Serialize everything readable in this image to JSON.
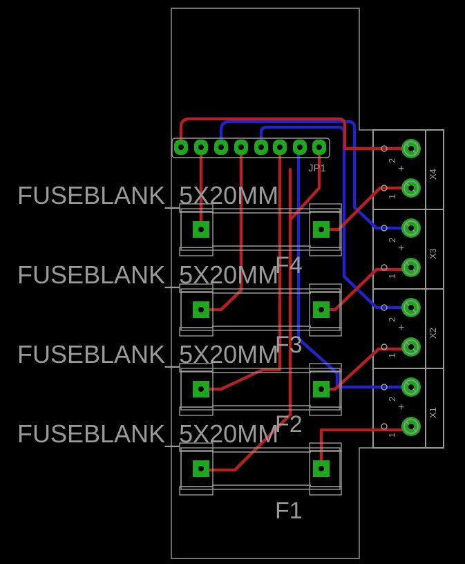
{
  "board": {
    "layers": {
      "top_color": "#b22222",
      "bottom_color": "#2323c8",
      "pad_color": "#1fa61f",
      "silk_color": "#9a9a9a",
      "background": "#000000"
    },
    "connector": {
      "name": "JP1"
    },
    "fuses": [
      {
        "name": "F1",
        "value": "FUSEBLANK_5X20MM"
      },
      {
        "name": "F2",
        "value": "FUSEBLANK_5X20MM"
      },
      {
        "name": "F3",
        "value": "FUSEBLANK_5X20MM"
      },
      {
        "name": "F4",
        "value": "FUSEBLANK_5X20MM"
      }
    ],
    "terminals": [
      {
        "name": "X4",
        "pin1": "1",
        "pin2": "2",
        "plus": "+"
      },
      {
        "name": "X3",
        "pin1": "1",
        "pin2": "2",
        "plus": "+"
      },
      {
        "name": "X2",
        "pin1": "1",
        "pin2": "2",
        "plus": "+"
      },
      {
        "name": "X1",
        "pin1": "1",
        "pin2": "2",
        "plus": "+"
      }
    ]
  }
}
